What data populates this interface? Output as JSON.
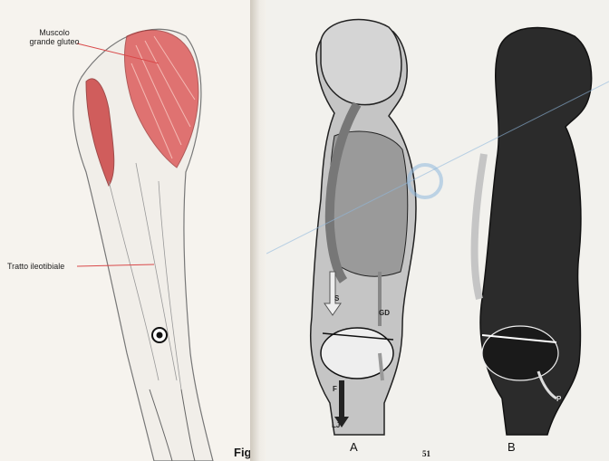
{
  "left_page": {
    "label_muscle": "Muscolo grande gluteo",
    "label_tract": "Tratto ileotibiale",
    "figure_tag": "Fig"
  },
  "right_page": {
    "figure_a_label": "A",
    "figure_b_label": "B",
    "page_number": "51",
    "arrow_labels": {
      "s": "S",
      "gd": "GD",
      "f": "F",
      "lj": "LJ",
      "p": "P"
    }
  },
  "colors": {
    "muscle_red": "#d9494a",
    "figure_a_gray": "#9a9a9a",
    "figure_b_dark": "#2b2b2b",
    "watermark_blue": "#8fb8dd"
  }
}
